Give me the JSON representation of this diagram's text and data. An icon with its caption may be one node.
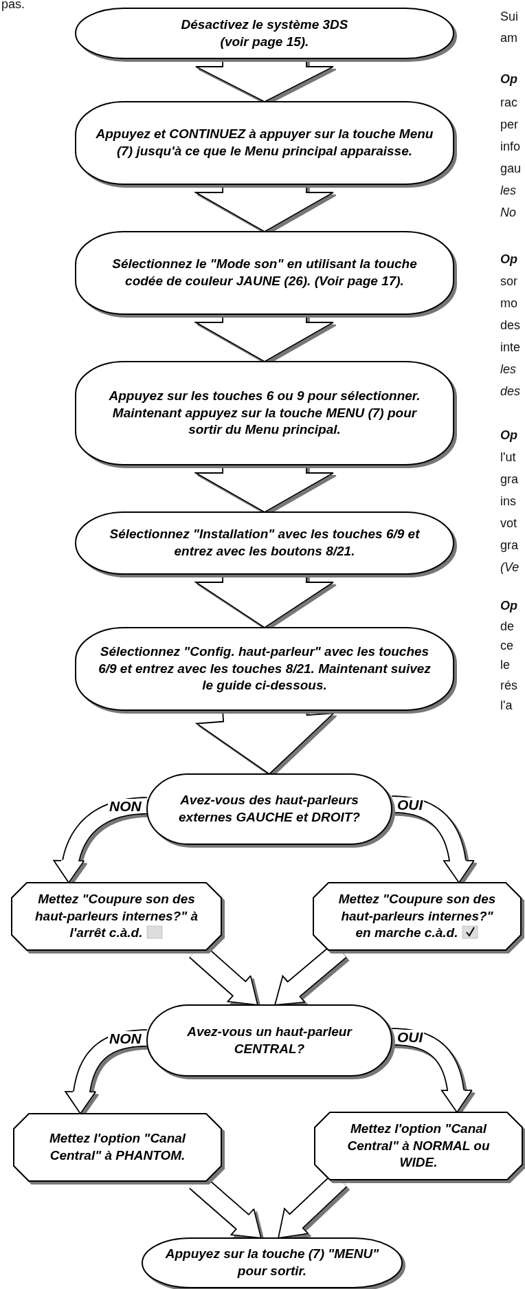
{
  "diagram": {
    "nodes": [
      {
        "text": [
          "Désactivez le système 3DS (voir page 15)."
        ]
      },
      {
        "text": [
          "Appuyez et CONTINUEZ à appuyer sur la touche Menu (7) jusqu'à ce que le Menu principal apparaisse."
        ]
      },
      {
        "text": [
          "Sélectionnez le \"Mode son\" en utilisant la touche codée de couleur JAUNE (26). (Voir page 17)."
        ]
      },
      {
        "text": [
          "Appuyez sur les touches 6 ou 9 pour sélectionner. Maintenant appuyez sur la touche MENU (7) pour sortir du Menu principal."
        ]
      },
      {
        "text": [
          "Sélectionnez \"Installation\" avec les touches 6/9 et entrez avec les boutons 8/21."
        ]
      },
      {
        "text": [
          "Sélectionnez \"Config. haut-parleur\" avec les touches 6/9 et entrez avec les touches 8/21. Maintenant suivez le guide ci-dessous."
        ]
      },
      {
        "text": [
          "Avez-vous des haut-parleurs externes GAUCHE et DROIT?"
        ]
      },
      {
        "text": [
          "Mettez \"Coupure son des haut-parleurs internes?\" à l'arrêt c.à.d."
        ]
      },
      {
        "text": [
          "Mettez \"Coupure son des haut-parleurs internes?\" en marche c.à.d."
        ]
      },
      {
        "text": [
          "Avez-vous un haut-parleur CENTRAL?"
        ]
      },
      {
        "text": [
          "Mettez l'option \"Canal Central\" à PHANTOM."
        ]
      },
      {
        "text": [
          "Mettez l'option \"Canal Central\" à NORMAL ou WIDE."
        ]
      },
      {
        "text": [
          "Appuyez sur la touche (7) \"MENU\" pour sortir."
        ]
      }
    ],
    "edges": [
      {
        "from": 0,
        "to": 1,
        "arrow": "to"
      },
      {
        "from": 1,
        "to": 2,
        "arrow": "to"
      },
      {
        "from": 2,
        "to": 3,
        "arrow": "to"
      },
      {
        "from": 3,
        "to": 4,
        "arrow": "to"
      },
      {
        "from": 4,
        "to": 5,
        "arrow": "to"
      },
      {
        "from": 5,
        "to": 6,
        "arrow": "to"
      },
      {
        "from": 6,
        "to": 7,
        "arrow": "to",
        "label": "NON"
      },
      {
        "from": 6,
        "to": 8,
        "arrow": "to",
        "label": "OUI"
      },
      {
        "from": 7,
        "to": 9,
        "arrow": "to"
      },
      {
        "from": 8,
        "to": 9,
        "arrow": "to"
      },
      {
        "from": 9,
        "to": 10,
        "arrow": "to",
        "label": "NON"
      },
      {
        "from": 9,
        "to": 11,
        "arrow": "to",
        "label": "OUI"
      },
      {
        "from": 10,
        "to": 12,
        "arrow": "to"
      },
      {
        "from": 11,
        "to": 12,
        "arrow": "to"
      }
    ],
    "labels": [
      "pas.",
      "Sui",
      "am",
      "Op",
      "rac",
      "per",
      "info",
      "gau",
      "les",
      "No",
      "Op",
      "sor",
      "mo",
      "des",
      "inte",
      "les",
      "des",
      "Op",
      "l'ut",
      "gra",
      "ins",
      "vot",
      "gra",
      "(Ve",
      "Op",
      "de",
      "ce",
      "le",
      "rés",
      "l'a"
    ]
  }
}
